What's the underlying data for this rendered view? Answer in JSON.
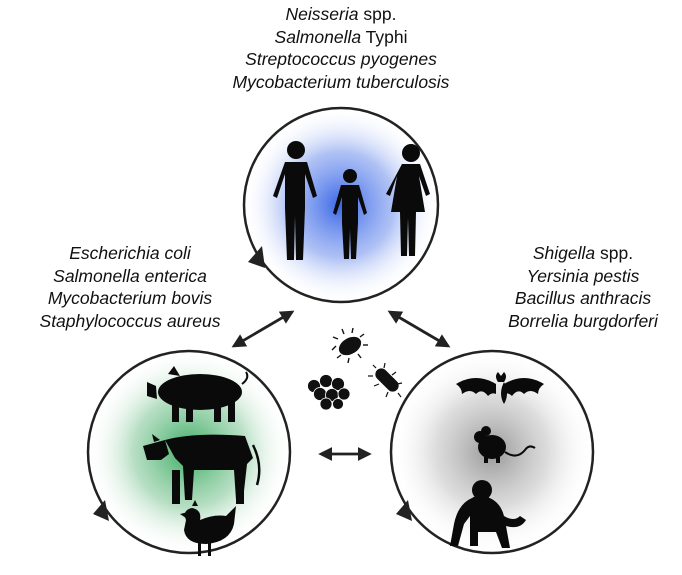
{
  "groups": {
    "humans": {
      "pathogens": [
        {
          "genus": "Neisseria",
          "rest": " spp."
        },
        {
          "genus": "Salmonella",
          "rest": " Typhi"
        },
        {
          "genus": "Streptococcus pyogenes",
          "rest": ""
        },
        {
          "genus": "Mycobacterium tuberculosis",
          "rest": ""
        }
      ],
      "color": "#2f5fe6",
      "icons": [
        "man-silhouette-icon",
        "child-silhouette-icon",
        "woman-silhouette-icon"
      ]
    },
    "livestock": {
      "pathogens": [
        {
          "genus": "Escherichia coli",
          "rest": ""
        },
        {
          "genus": "Salmonella enterica",
          "rest": ""
        },
        {
          "genus": "Mycobacterium bovis",
          "rest": ""
        },
        {
          "genus": "Staphylococcus aureus",
          "rest": ""
        }
      ],
      "color": "#2ea65a",
      "icons": [
        "pig-icon",
        "cow-icon",
        "chicken-icon"
      ]
    },
    "wildlife": {
      "pathogens": [
        {
          "genus": "Shigella",
          "rest": " spp."
        },
        {
          "genus": "Yersinia pestis",
          "rest": ""
        },
        {
          "genus": "Bacillus anthracis",
          "rest": ""
        },
        {
          "genus": "Borrelia burgdorferi",
          "rest": ""
        }
      ],
      "color": "#8c8c8c",
      "icons": [
        "bat-icon",
        "mouse-icon",
        "chimpanzee-icon"
      ]
    }
  },
  "center_icons": [
    "bacterium-icon",
    "coccus-cluster-icon",
    "rod-bacterium-icon"
  ],
  "arrows": [
    "humans-livestock-arrow",
    "humans-wildlife-arrow",
    "livestock-wildlife-arrow"
  ]
}
